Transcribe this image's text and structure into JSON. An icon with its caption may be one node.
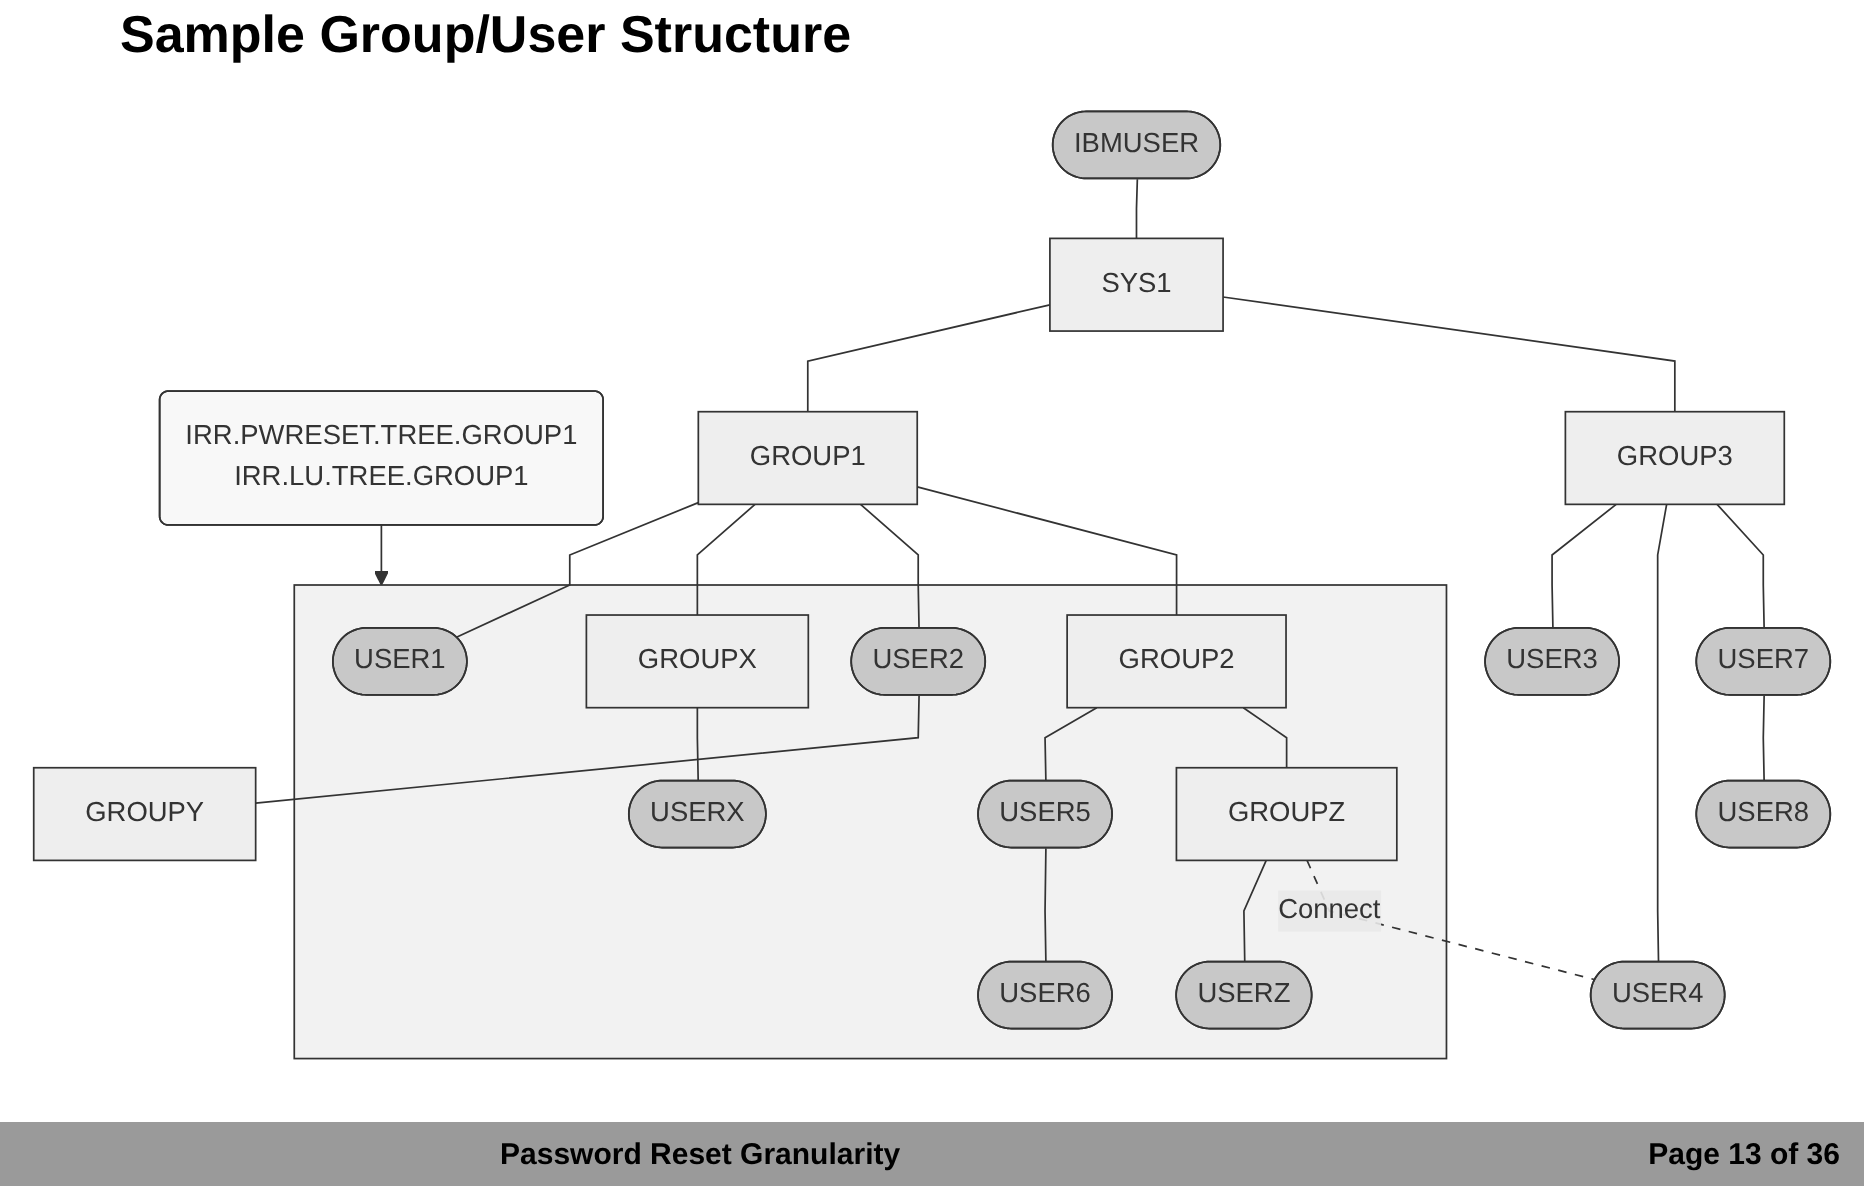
{
  "diagram": {
    "title": "Sample Group/User Structure",
    "nodes": [
      {
        "text": [
          "IRR.PWRESET.TREE.GROUP1",
          "IRR.LU.TREE.GROUP1"
        ]
      },
      {
        "text": [
          "IBMUSER"
        ]
      },
      {
        "text": [
          "SYS1"
        ]
      },
      {
        "text": [
          "GROUP1"
        ]
      },
      {
        "text": [
          "GROUP3"
        ]
      },
      {
        "text": [],
        "shape": "area"
      },
      {
        "text": [
          "USER1"
        ],
        "in": 5
      },
      {
        "text": [
          "GROUPX"
        ],
        "in": 5
      },
      {
        "text": [
          "USERX"
        ],
        "in": 5
      },
      {
        "text": [
          "USER2"
        ],
        "in": 5
      },
      {
        "text": [
          "GROUP2"
        ],
        "in": 5
      },
      {
        "text": [
          "USER5"
        ],
        "in": 5
      },
      {
        "text": [
          "GROUPZ"
        ],
        "in": 5
      },
      {
        "text": [
          "USER6"
        ],
        "in": 5
      },
      {
        "text": [
          "USERZ"
        ],
        "in": 5
      },
      {
        "text": [
          "USER3"
        ]
      },
      {
        "text": [
          "USER7"
        ]
      },
      {
        "text": [
          "USER8"
        ]
      },
      {
        "text": [
          "GROUPY"
        ]
      },
      {
        "text": [
          "USER4"
        ]
      }
    ],
    "edges": [
      {
        "from": 1,
        "to": 2,
        "arrow": "none"
      },
      {
        "from": 2,
        "to": 3,
        "arrow": "none"
      },
      {
        "from": 2,
        "to": 4,
        "arrow": "none"
      },
      {
        "from": 3,
        "to": 6,
        "arrow": "none"
      },
      {
        "from": 3,
        "to": 7,
        "arrow": "none"
      },
      {
        "from": 3,
        "to": 9,
        "arrow": "none"
      },
      {
        "from": 3,
        "to": 10,
        "arrow": "none"
      },
      {
        "from": 7,
        "to": 8,
        "arrow": "none"
      },
      {
        "from": 9,
        "to": 18,
        "arrow": "none"
      },
      {
        "from": 10,
        "to": 11,
        "arrow": "none"
      },
      {
        "from": 10,
        "to": 12,
        "arrow": "none"
      },
      {
        "from": 11,
        "to": 13,
        "arrow": "none"
      },
      {
        "from": 12,
        "to": 14,
        "arrow": "none"
      },
      {
        "from": 4,
        "to": 15,
        "arrow": "none"
      },
      {
        "from": 4,
        "to": 19,
        "arrow": "none"
      },
      {
        "from": 4,
        "to": 16,
        "arrow": "none"
      },
      {
        "from": 16,
        "to": 17,
        "arrow": "none"
      },
      {
        "from": 12,
        "to": 19,
        "arrow": "none",
        "label": "Connect",
        "style": "dashed"
      },
      {
        "from": 0,
        "to": 5,
        "arrow": "to"
      }
    ],
    "labels": [
      "Password Reset Granularity",
      "Page 13 of 36"
    ]
  }
}
